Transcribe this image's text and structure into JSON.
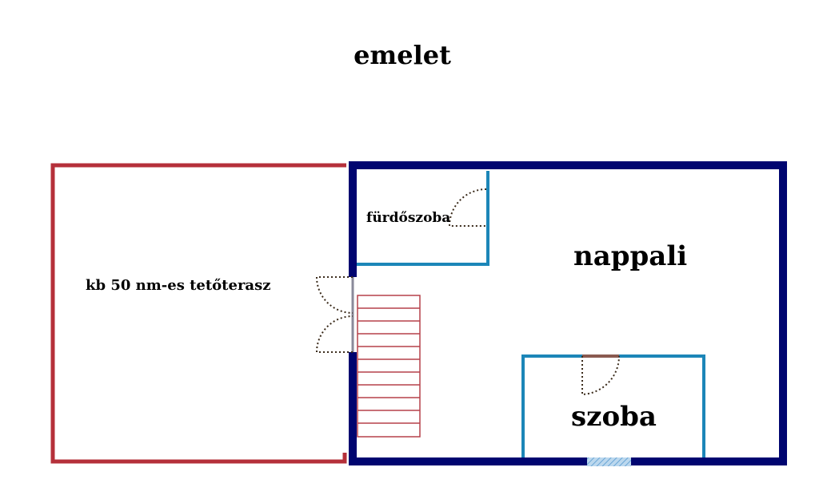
{
  "title": "emelet",
  "rooms": {
    "terrace": "kb 50 nm-es tetőterasz",
    "bathroom": "fürdőszoba",
    "living_room": "nappali",
    "bedroom": "szoba"
  },
  "colors": {
    "terrace_wall": "#b5303a",
    "outer_wall": "#000570",
    "inner_wall": "#1c86b8",
    "stairs": "#b5404a",
    "door_swing": "#3a2a1a",
    "window_fill": "#bcd8ee",
    "window_hatch": "#6aa6d6"
  }
}
